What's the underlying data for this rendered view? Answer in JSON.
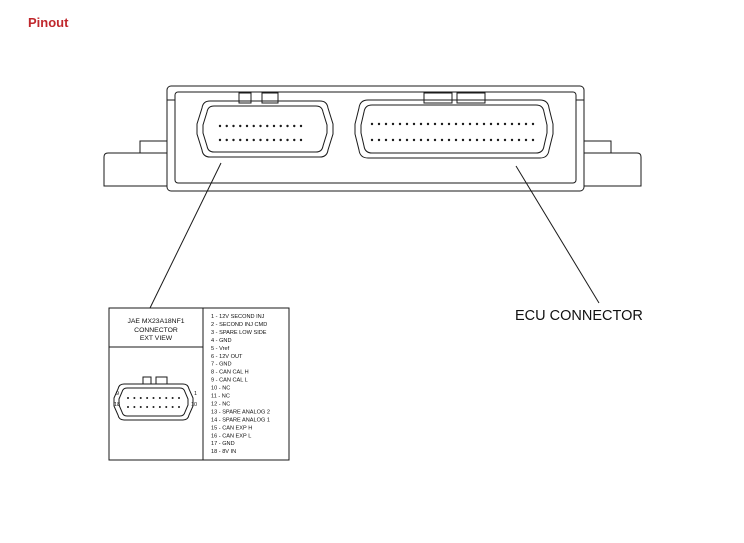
{
  "title": "Pinout",
  "ecu_label": "ECU CONNECTOR",
  "connector_box": {
    "header_lines": [
      "JAE MX23A18NF1",
      "CONNECTOR",
      "EXT VIEW"
    ],
    "corner_numbers": {
      "top_left": "9",
      "top_right": "1",
      "bottom_left": "18",
      "bottom_right": "10"
    }
  },
  "pins": [
    "1 - 12V SECOND INJ",
    "2 - SECOND INJ CMD",
    "3 - SPARE LOW SIDE",
    "4 - GND",
    "5 - Vref",
    "6 - 12V OUT",
    "7 - GND",
    "8 - CAN CAL H",
    "9 - CAN CAL L",
    "10 - NC",
    "11 - NC",
    "12 - NC",
    "13 - SPARE ANALOG 2",
    "14 - SPARE ANALOG 1",
    "15 - CAN EXP H",
    "16 - CAN EXP L",
    "17 - GND",
    "18 - 8V IN"
  ],
  "colors": {
    "title": "#c0282d",
    "line": "#1a1a1a"
  }
}
